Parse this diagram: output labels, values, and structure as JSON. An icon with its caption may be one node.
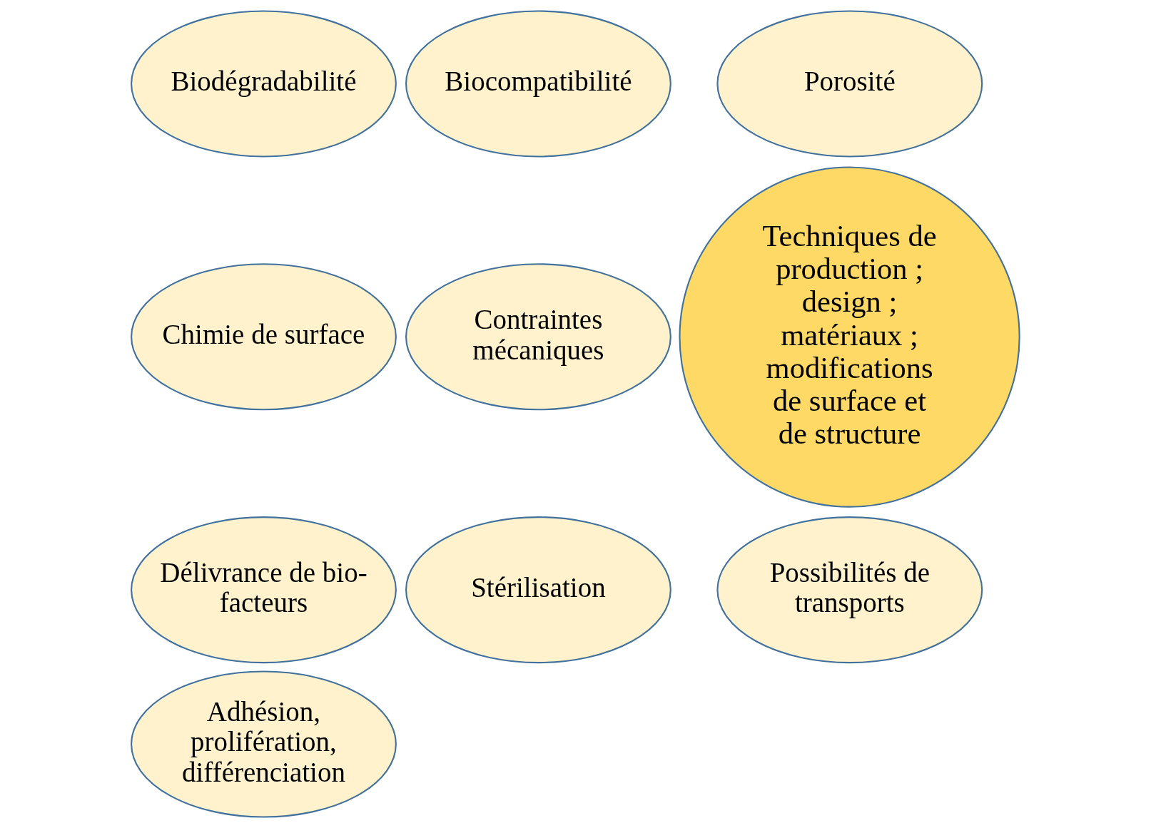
{
  "diagram": {
    "nodes": [
      {
        "text": [
          "Biodégradabilité"
        ]
      },
      {
        "text": [
          "Biocompatibilité"
        ]
      },
      {
        "text": [
          "Porosité"
        ]
      },
      {
        "text": [
          "Chimie de surface"
        ]
      },
      {
        "text": [
          "Contraintes mécaniques"
        ]
      },
      {
        "text": [
          "Techniques de production ; design ; matériaux ; modifications de surface et de structure"
        ]
      },
      {
        "text": [
          "Délivrance de bio-facteurs"
        ]
      },
      {
        "text": [
          "Stérilisation"
        ]
      },
      {
        "text": [
          "Possibilités de transports"
        ]
      },
      {
        "text": [
          "Adhésion, prolifération, différenciation"
        ]
      }
    ],
    "edges": []
  }
}
